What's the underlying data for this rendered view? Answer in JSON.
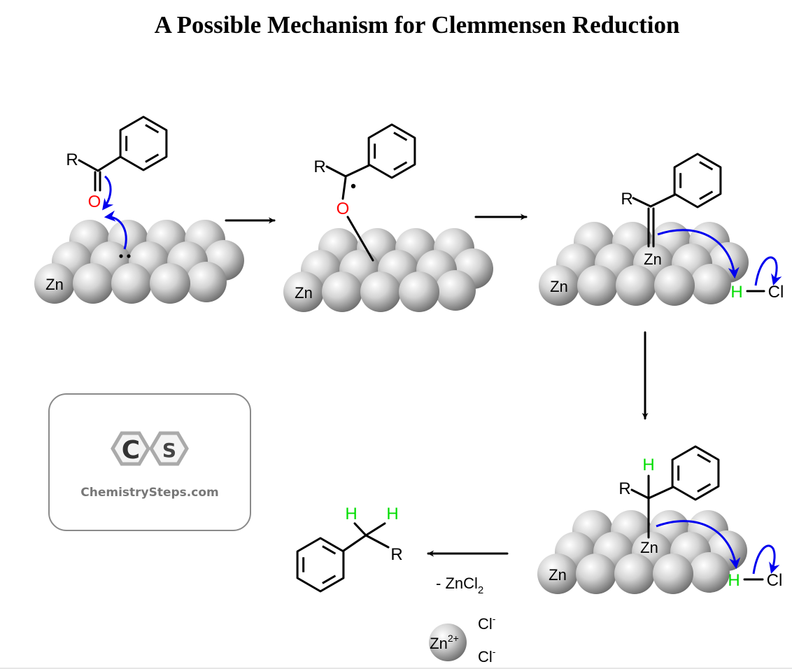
{
  "title": "A Possible Mechanism for Clemmensen Reduction",
  "labels": {
    "zn": "Zn",
    "r": "R",
    "o": "O",
    "h": "H",
    "cl": "Cl",
    "zn_ion": "Zn",
    "zn_charge": "2+",
    "cl_ion": "Cl",
    "cl_charge": "-",
    "minus_zncl2": "- ZnCl",
    "zncl2_sub": "2"
  },
  "logo": {
    "letter_c": "C",
    "letter_s": "S",
    "text": "ChemistrySteps.com"
  },
  "colors": {
    "oxygen": "#ff0000",
    "hydrogen": "#00dd00",
    "electron_arrow": "#0000ee",
    "bond": "#000000"
  }
}
